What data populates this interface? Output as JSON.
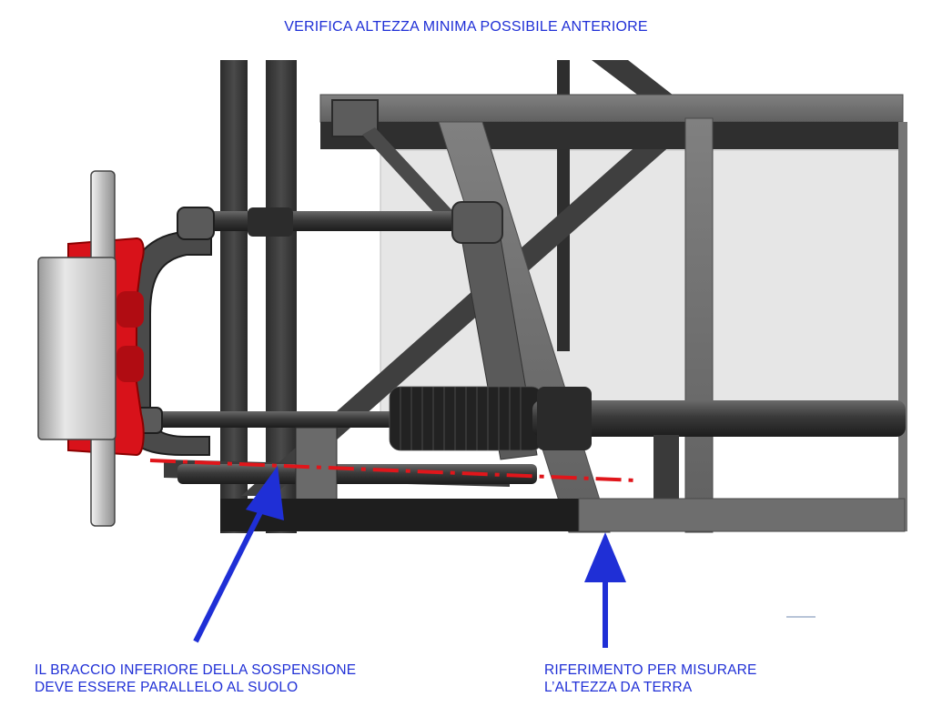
{
  "title": "VERIFICA ALTEZZA MINIMA POSSIBILE ANTERIORE",
  "annotations": {
    "lower_arm": {
      "line1": "IL BRACCIO INFERIORE DELLA SOSPENSIONE",
      "line2": "DEVE ESSERE PARALLELO AL SUOLO"
    },
    "ground_ref": {
      "line1": "RIFERIMENTO PER MISURARE",
      "line2": "L’ALTEZZA DA TERRA"
    }
  },
  "colors": {
    "annotation_blue": "#1f2fd6",
    "reference_line_red": "#e0161b",
    "brake_caliper_red": "#d8121a",
    "frame_gray": "#6e6e6e",
    "tube_dark": "#3a3a3a"
  }
}
